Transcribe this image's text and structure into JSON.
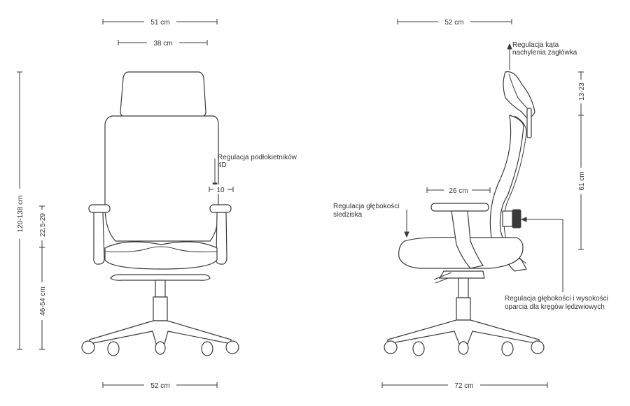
{
  "front_view": {
    "width_overall": "51 cm",
    "width_backrest": "38 cm",
    "height_overall": "120-138 cm",
    "armrest_height_range": "22,5-29",
    "seat_height": "46-54 cm",
    "base_width": "52 cm",
    "armrest_callout": {
      "line1": "Regulacja podłokietników",
      "line2": "4D"
    },
    "armrest_offset": "10"
  },
  "side_view": {
    "width_top": "52 cm",
    "depth_overall": "72 cm",
    "armrest_span": "26 cm",
    "headrest_range": "13-23",
    "backrest_height": "61 cm",
    "headrest_callout": {
      "line1": "Regulacja kąta",
      "line2": "nachylenia zagłówka"
    },
    "seat_depth_callout": {
      "line1": "Regulacja głębokości",
      "line2": "sledziska"
    },
    "lumbar_callout": {
      "line1": "Regulacja głębokości i wysokości",
      "line2": "oparcia dla kręgów lędzwiowych"
    }
  }
}
